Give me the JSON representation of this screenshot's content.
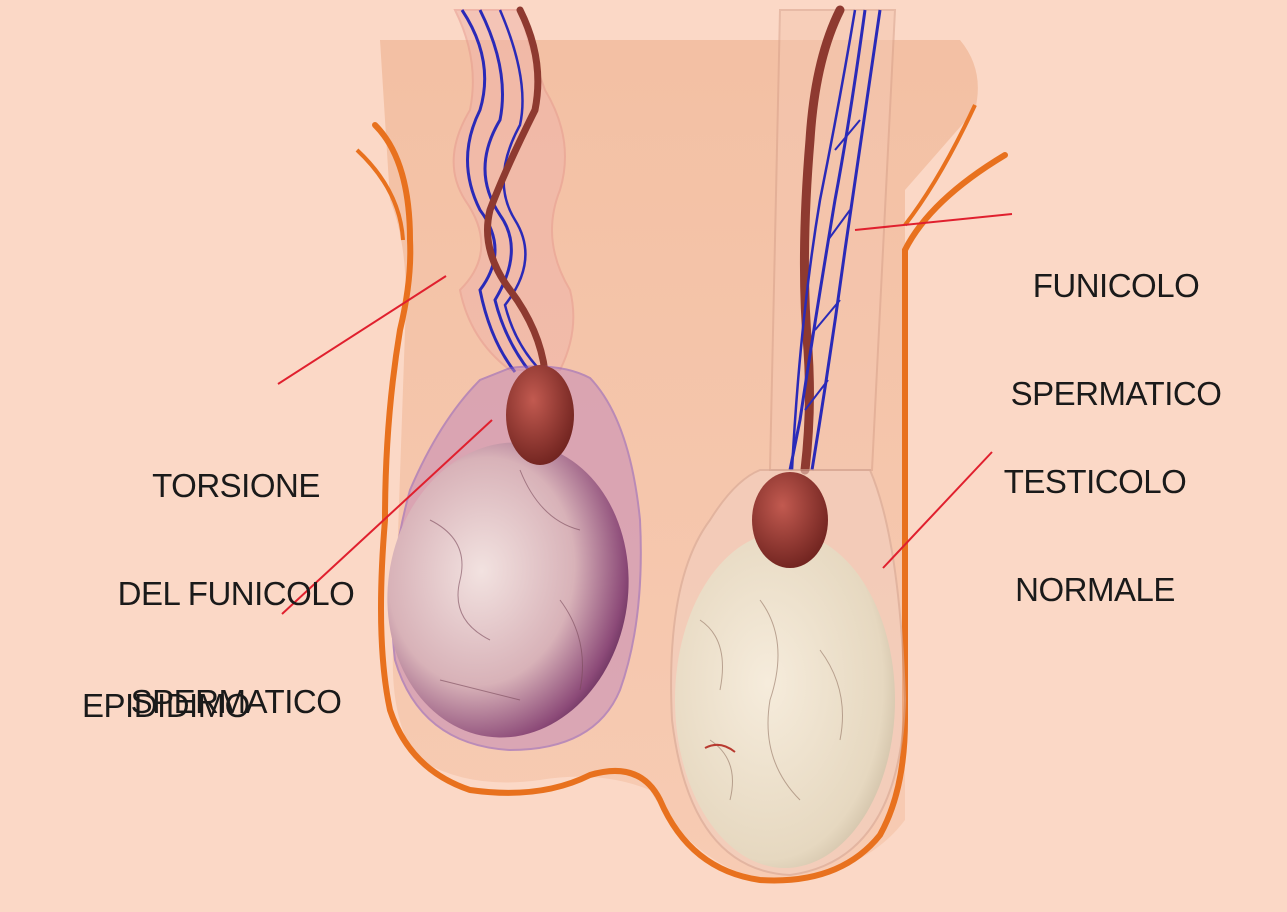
{
  "labels": {
    "torsion": [
      "TORSIONE",
      "DEL FUNICOLO",
      "SPERMATICO"
    ],
    "epididimo": [
      "EPIDIDIMO"
    ],
    "funicolo": [
      "FUNICOLO",
      "SPERMATICO"
    ],
    "testicolo": [
      "TESTICOLO",
      "NORMALE"
    ]
  },
  "colors": {
    "background": "#fbd8c6",
    "scrotum_outline": "#e8711e",
    "leader_line": "#e0202e",
    "vein": "#2a2ab8",
    "artery": "#8e3a30",
    "epididymis": "#9a3a34",
    "torsed_testis": "#d9b2b6",
    "normal_testis": "#efe3cf"
  }
}
